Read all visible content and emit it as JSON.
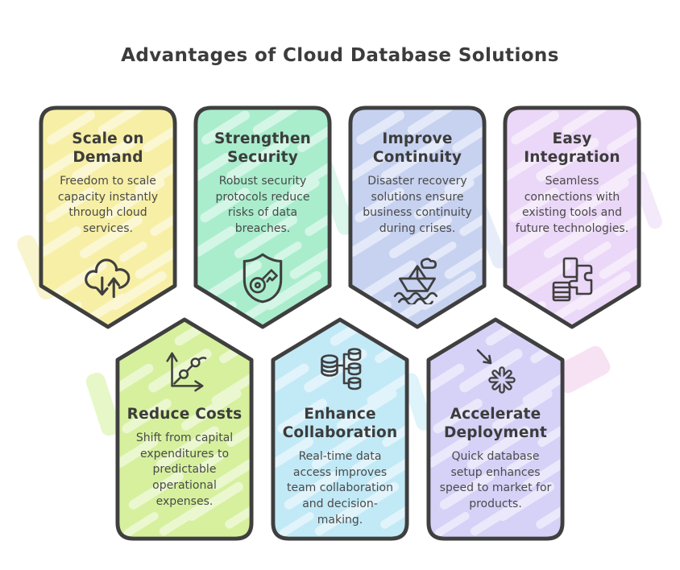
{
  "title": "Advantages of Cloud Database Solutions",
  "style": {
    "background": "#FFFFFF",
    "outline_color": "#3F3F3F",
    "title_color": "#3C3C3C",
    "body_color": "#4A4A4A"
  },
  "cards": [
    {
      "title": "Scale on Demand",
      "description": "Freedom to scale capacity instantly through cloud services.",
      "icon": "cloud-updown-icon",
      "color": "#F7EFA5",
      "row": "top"
    },
    {
      "title": "Strengthen Security",
      "description": "Robust security protocols reduce risks of data breaches.",
      "icon": "shield-key-icon",
      "color": "#A9EDCD",
      "row": "top"
    },
    {
      "title": "Improve Continuity",
      "description": "Disaster recovery solutions ensure business continuity during crises.",
      "icon": "paper-boat-icon",
      "color": "#C7D2F0",
      "row": "top"
    },
    {
      "title": "Easy Integration",
      "description": "Seamless connections with existing tools and future technologies.",
      "icon": "puzzle-blocks-icon",
      "color": "#EBD7F7",
      "row": "top"
    },
    {
      "title": "Reduce Costs",
      "description": "Shift from capital expenditures to predictable operational expenses.",
      "icon": "growth-chart-icon",
      "color": "#D6F09E",
      "row": "bottom"
    },
    {
      "title": "Enhance Collaboration",
      "description": "Real-time data access improves team collaboration and decision-making.",
      "icon": "database-network-icon",
      "color": "#C2E9F6",
      "row": "bottom"
    },
    {
      "title": "Accelerate Deployment",
      "description": "Quick database setup enhances speed to market for products.",
      "icon": "burst-arrow-icon",
      "color": "#D6D1F7",
      "row": "bottom"
    }
  ]
}
